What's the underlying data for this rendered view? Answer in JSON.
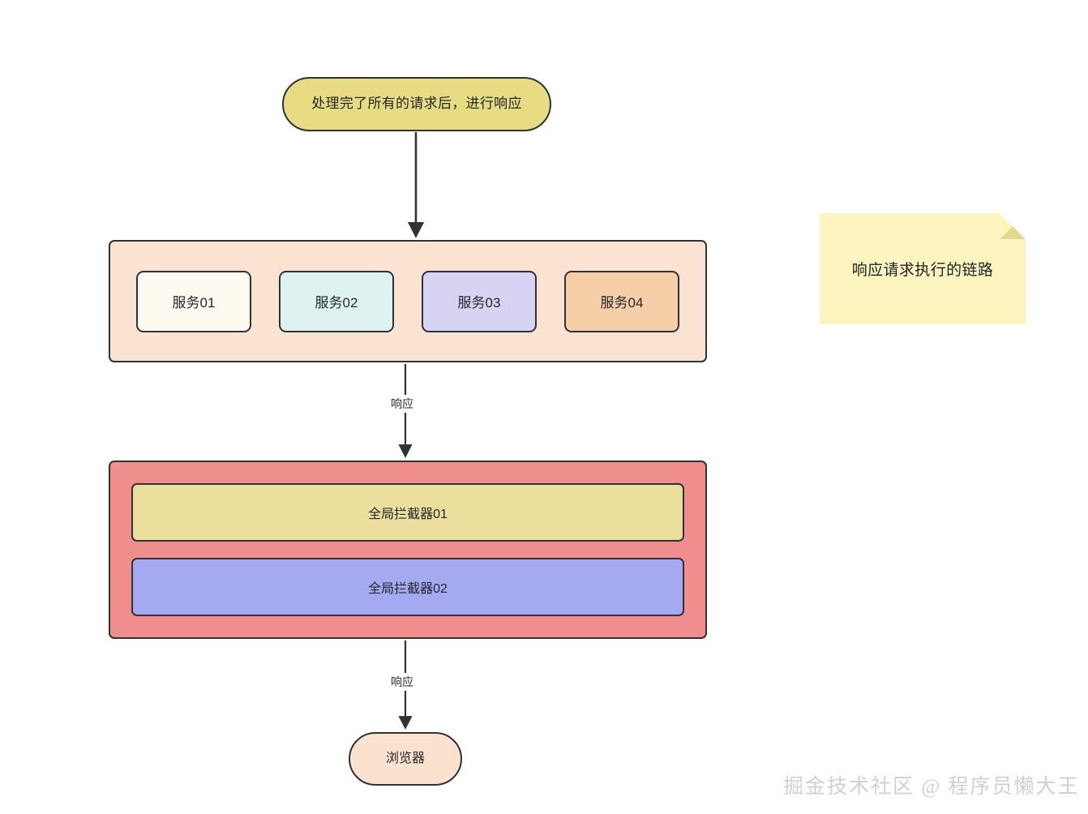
{
  "diagram": {
    "title": "响应请求执行的链路",
    "nodes": {
      "start": {
        "label": "处理完了所有的请求后，进行响应",
        "fill": "#e7dc82",
        "shape": "stadium"
      },
      "browser": {
        "label": "浏览器",
        "fill": "#fae2cf",
        "shape": "stadium"
      }
    },
    "services_container": {
      "fill": "#fbe3d2",
      "items": [
        {
          "label": "服务01",
          "fill": "#fdfaef"
        },
        {
          "label": "服务02",
          "fill": "#def3f1"
        },
        {
          "label": "服务03",
          "fill": "#d6d4f2"
        },
        {
          "label": "服务04",
          "fill": "#f6cfa8"
        }
      ]
    },
    "interceptor_container": {
      "fill": "#f08e8e",
      "items": [
        {
          "label": "全局拦截器01",
          "fill": "#ecdf9e"
        },
        {
          "label": "全局拦截器02",
          "fill": "#a5a9f0"
        }
      ]
    },
    "edges": [
      {
        "label": "",
        "from": "start",
        "to": "services_container"
      },
      {
        "label": "响应",
        "from": "services_container",
        "to": "interceptor_container"
      },
      {
        "label": "响应",
        "from": "interceptor_container",
        "to": "browser"
      }
    ],
    "note": {
      "text": "响应请求执行的链路",
      "fill": "#fcf5c0",
      "fold_fill": "#e3d98d"
    },
    "watermark": "掘金技术社区 @ 程序员懒大王",
    "stroke_color": "#2e3239"
  }
}
